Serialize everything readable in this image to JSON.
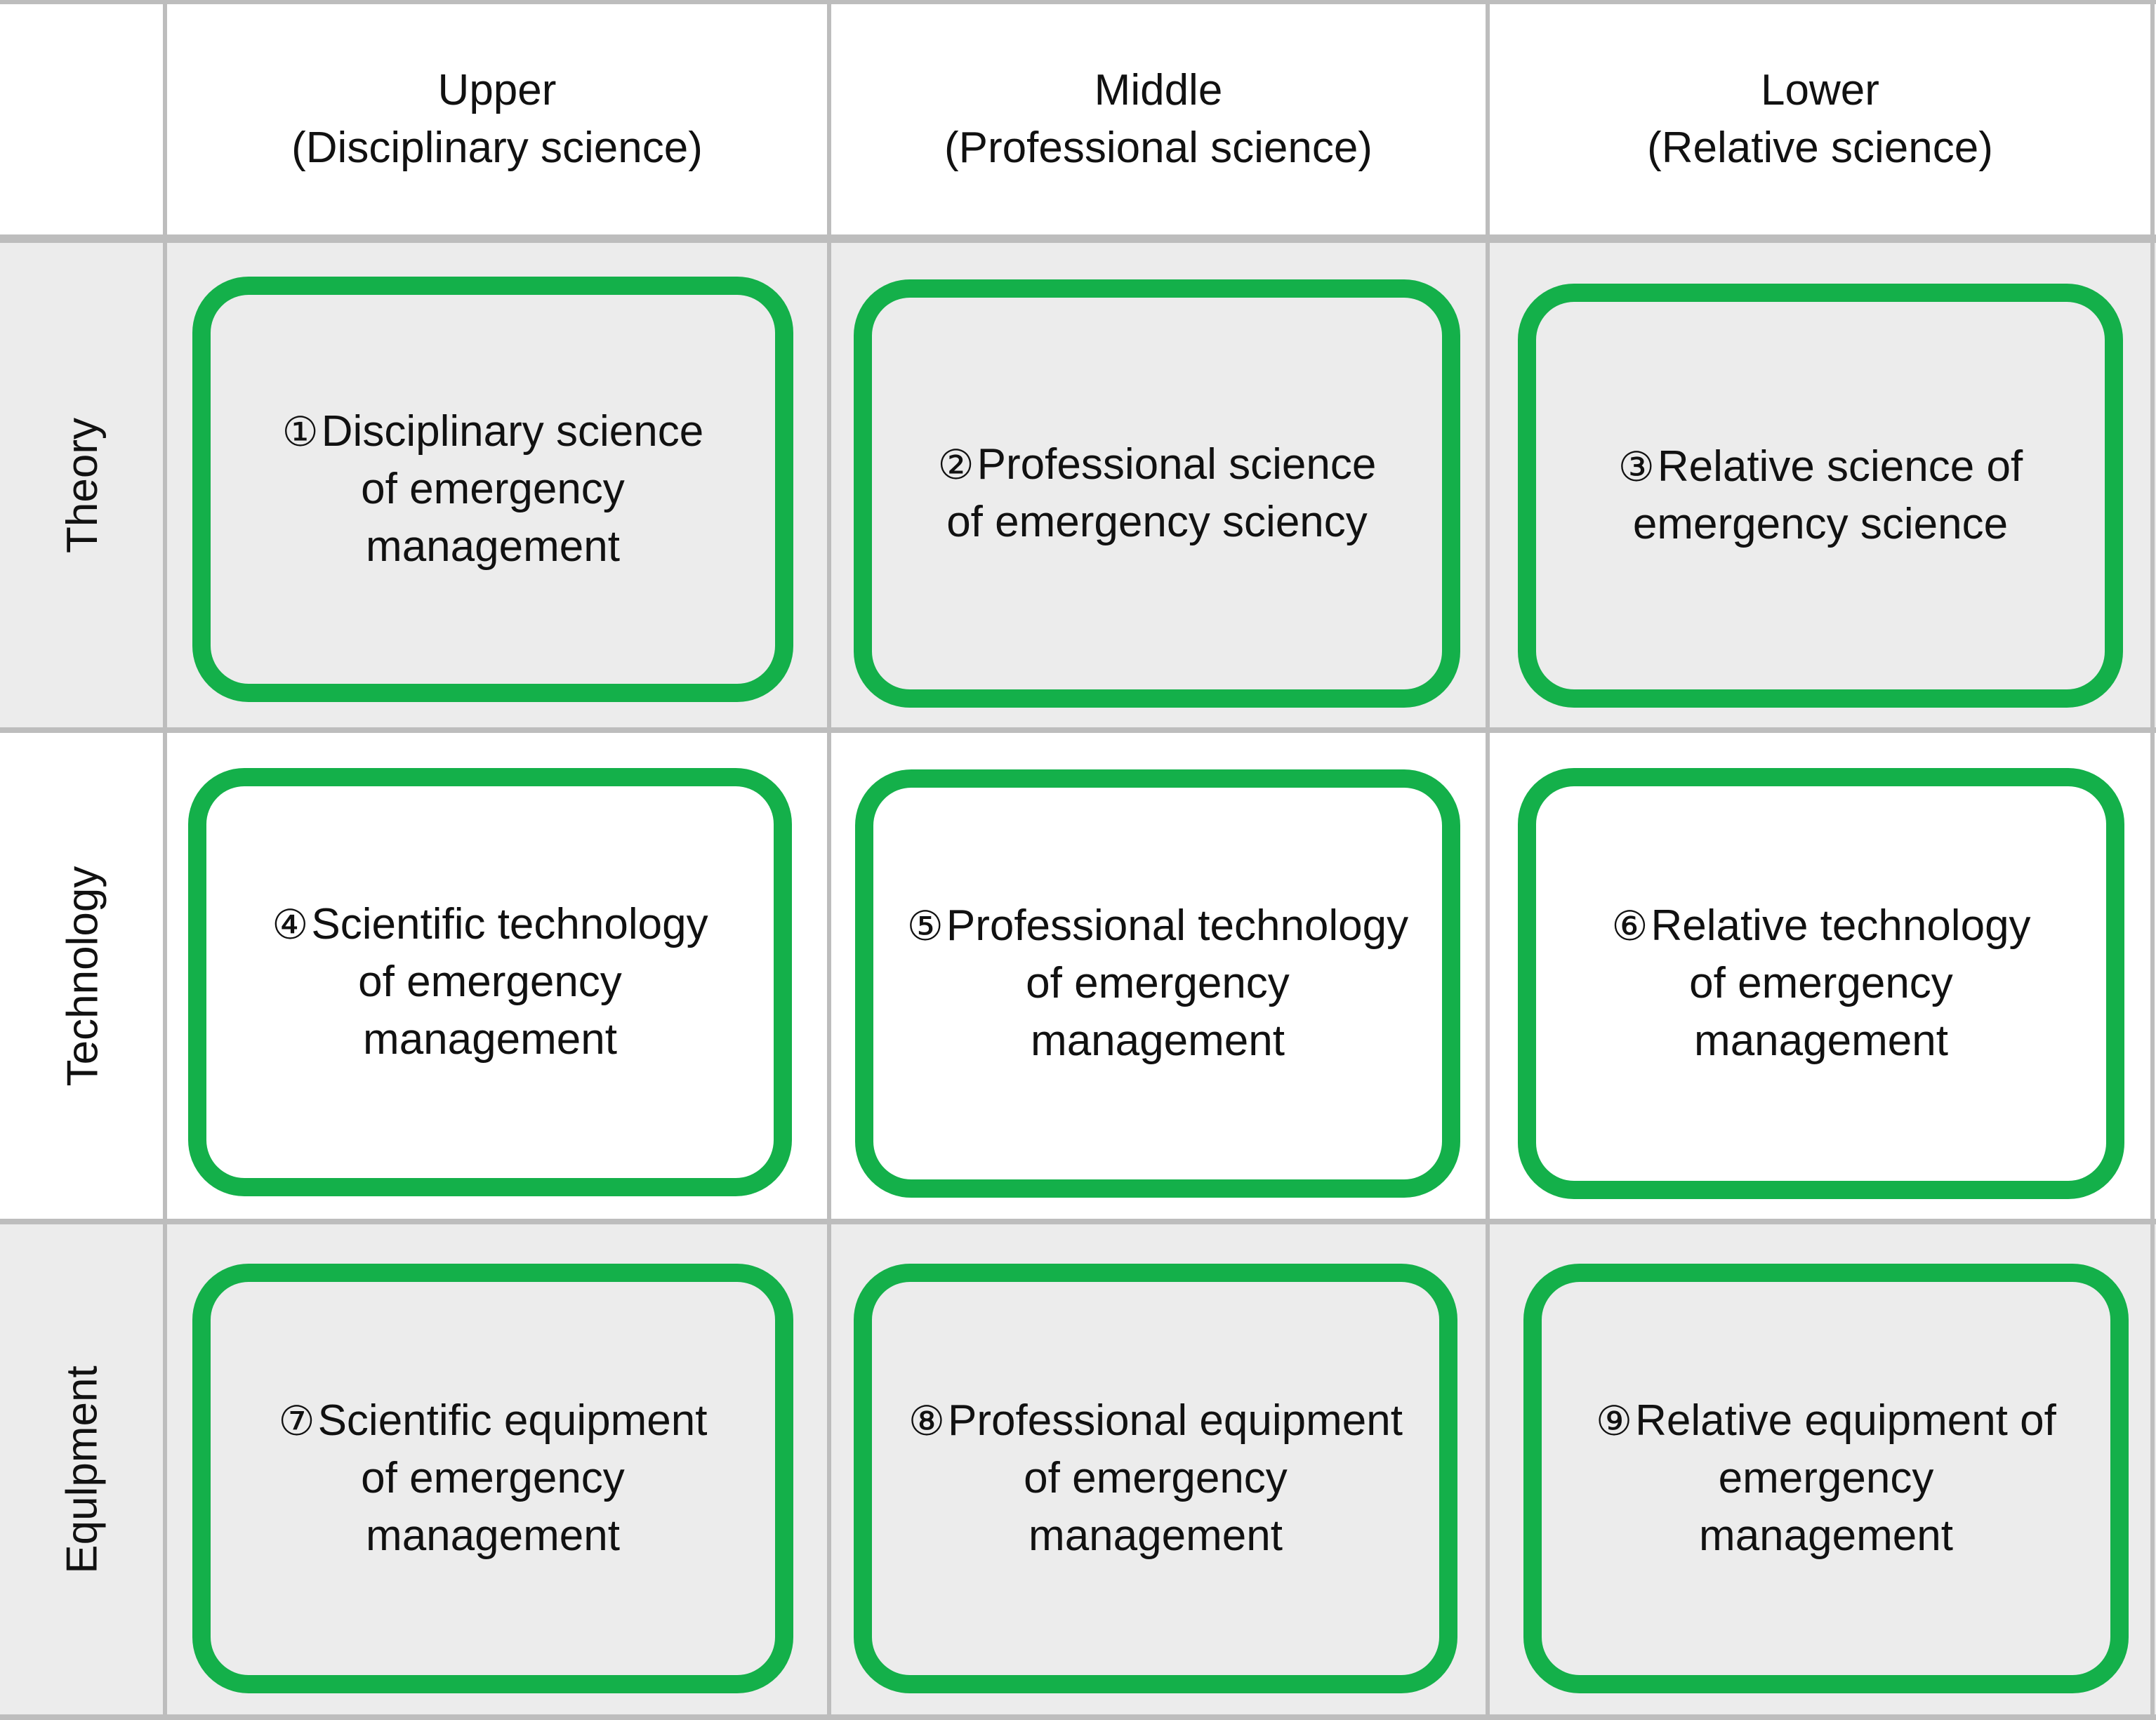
{
  "columns": [
    {
      "title": "Upper",
      "subtitle": "(Disciplinary science)"
    },
    {
      "title": "Middle",
      "subtitle": "(Professional science)"
    },
    {
      "title": "Lower",
      "subtitle": "(Relative science)"
    }
  ],
  "rows": [
    "Theory",
    "Technology",
    "Equlpment"
  ],
  "cells": [
    {
      "num": "①",
      "line1": "Disciplinary science",
      "line2": "of emergency",
      "line3": "management"
    },
    {
      "num": "②",
      "line1": "Professional science",
      "line2": "of emergency sciency",
      "line3": ""
    },
    {
      "num": "③",
      "line1": "Relative science of",
      "line2": "emergency science",
      "line3": ""
    },
    {
      "num": "④",
      "line1": "Scientific technology",
      "line2": "of emergency",
      "line3": "management"
    },
    {
      "num": "⑤",
      "line1": "Professional technology",
      "line2": "of emergency",
      "line3": "management"
    },
    {
      "num": "⑥",
      "line1": "Relative technology",
      "line2": "of emergency",
      "line3": "management"
    },
    {
      "num": "⑦",
      "line1": "Scientific equipment",
      "line2": "of emergency",
      "line3": "management"
    },
    {
      "num": "⑧",
      "line1": "Professional equipment",
      "line2": "of emergency",
      "line3": "management"
    },
    {
      "num": "⑨",
      "line1": "Relative equipment of",
      "line2": "emergency",
      "line3": "management"
    }
  ],
  "colors": {
    "box_border": "#14b04a",
    "grey_band": "#ececec",
    "grid": "#bdbdbd"
  }
}
